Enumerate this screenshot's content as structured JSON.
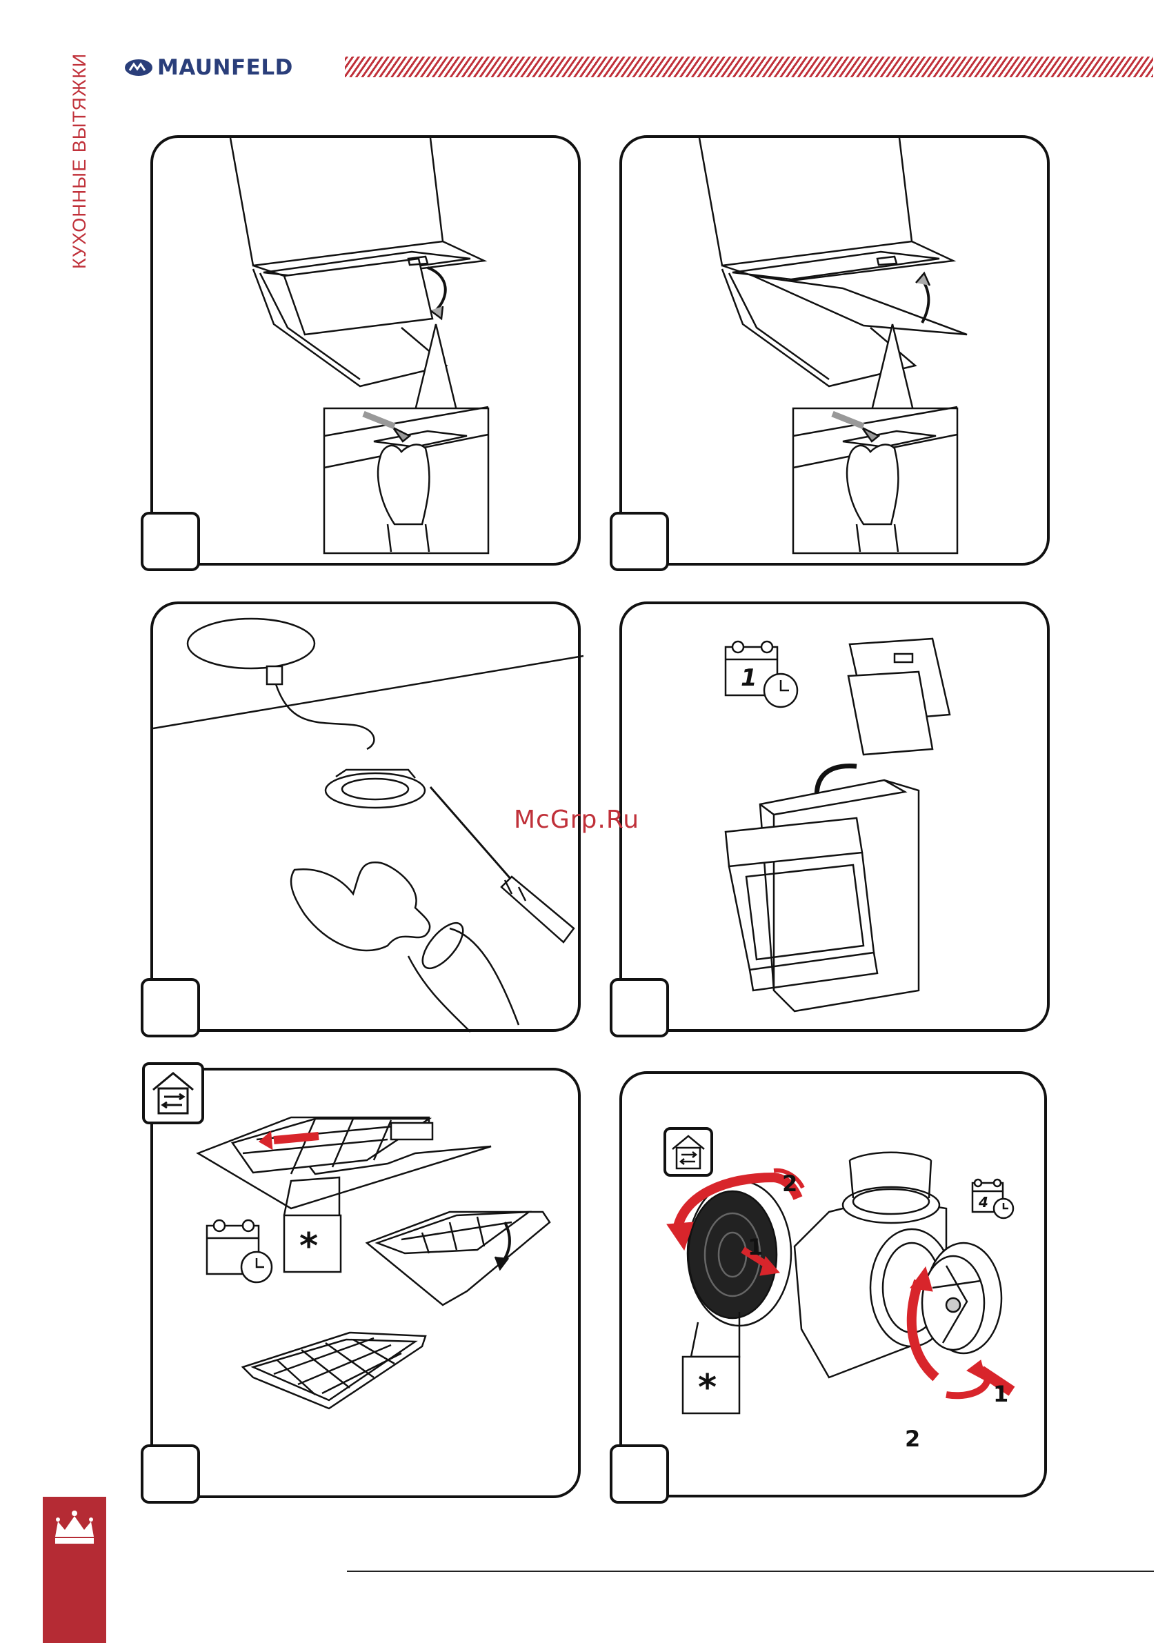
{
  "header": {
    "brand": "MAUNFELD",
    "side_label": "КУХОННЫЕ ВЫТЯЖКИ"
  },
  "watermark": "McGrp.Ru",
  "calendar_icons": [
    {
      "label": "1"
    },
    {
      "label": "4"
    }
  ],
  "callout_markers": [
    "*",
    "*"
  ],
  "arrow_labels": [
    "2",
    "1",
    "1",
    "2"
  ],
  "colors": {
    "brand_red": "#c0313a",
    "brand_blue": "#2a3e7a",
    "arrow_red": "#d8252b"
  }
}
